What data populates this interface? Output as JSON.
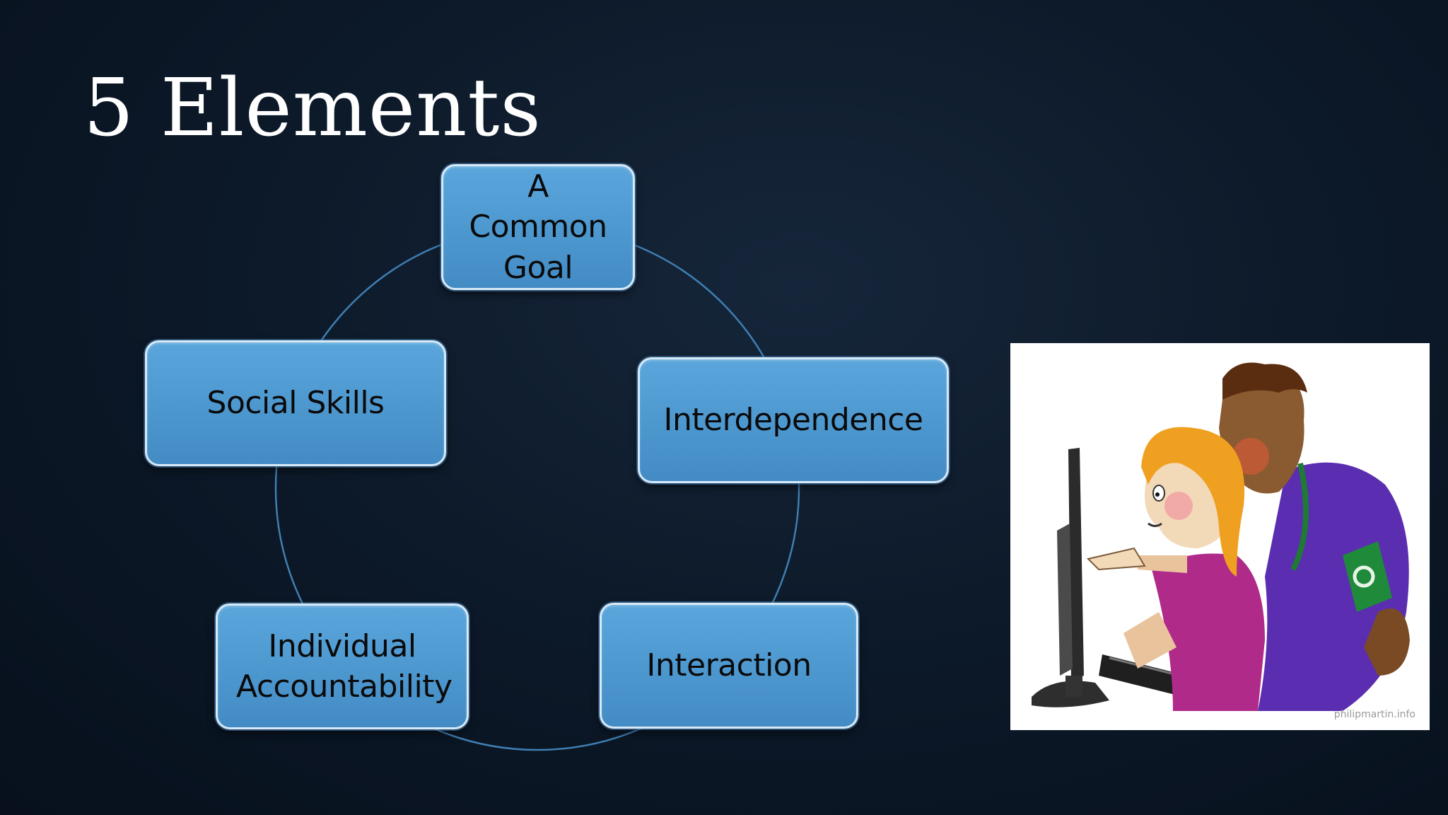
{
  "slide": {
    "title": "5 Elements"
  },
  "diagram": {
    "type": "cycle",
    "nodes": [
      {
        "label": "A Common Goal"
      },
      {
        "label": "Interdependence"
      },
      {
        "label": "Interaction"
      },
      {
        "label": "Individual Accountability"
      },
      {
        "label": "Social Skills"
      }
    ]
  },
  "picture": {
    "watermark": "philipmartin.info"
  },
  "colors": {
    "background": "#0d1a2a",
    "node_fill": "#4d97cf",
    "node_border": "#d7e9f7",
    "connector": "#3f7fb3",
    "title_text": "#ffffff"
  }
}
